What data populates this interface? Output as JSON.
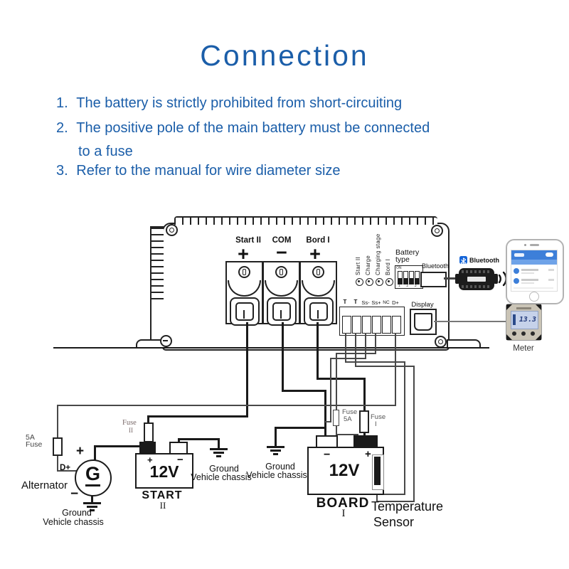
{
  "title": "Connection",
  "instructions": [
    {
      "label": "1.",
      "lines": [
        "The battery is strictly prohibited from short-circuiting"
      ]
    },
    {
      "label": "2.",
      "lines": [
        "The positive pole of the main battery must be connected",
        "to a fuse"
      ]
    },
    {
      "label": "3.",
      "lines": [
        "Refer to the manual for wire diameter size"
      ]
    }
  ],
  "device": {
    "terminals": [
      {
        "name": "Start II",
        "polarity": "+"
      },
      {
        "name": "COM",
        "polarity": "−"
      },
      {
        "name": "Bord I",
        "polarity": "+"
      }
    ],
    "led_labels": [
      "Start II",
      "Charge",
      "Charging stage",
      "Bord I"
    ],
    "battery_type_line1": "Battery",
    "battery_type_line2": "type",
    "dip_on": "ON",
    "dip_numbers": "1 2 3 4",
    "bluetooth_port_label": "Bluetooth",
    "display_port_label": "Display",
    "sense_labels": [
      "T",
      "T",
      "Ss-",
      "Ss+",
      "NC",
      "D+"
    ]
  },
  "bluetooth_module": {
    "logo_text": "Bluetooth"
  },
  "meter": {
    "label": "Meter",
    "reading": "13.3"
  },
  "alternator": {
    "label": "Alternator",
    "symbol": "G",
    "d_plus": "D+",
    "plus": "+",
    "minus": "−",
    "fuse_line1": "5A",
    "fuse_line2": "Fuse"
  },
  "ground": {
    "line1": "Ground",
    "line2": "Vehicle chassis"
  },
  "fuses": {
    "start": {
      "line1": "Fuse",
      "line2": "II"
    },
    "board_sense": {
      "line1": "Fuse",
      "line2": "5A"
    },
    "board": {
      "line1": "Fuse",
      "line2": "I"
    }
  },
  "batteries": {
    "start": {
      "voltage": "12V",
      "plus": "+",
      "minus": "−",
      "name": "START",
      "numeral": "II"
    },
    "board": {
      "voltage": "12V",
      "plus": "+",
      "minus": "−",
      "name": "BOARD",
      "numeral": "I"
    }
  },
  "temperature_sensor": {
    "line1": "Temperature",
    "line2": "Sensor"
  },
  "colors": {
    "heading_blue": "#1b5ea9",
    "line_black": "#1a1a1a",
    "bluetooth_blue": "#1565d8",
    "phone_header_blue": "#3d7fd9",
    "lcd_blue": "#c6d2ea",
    "meter_body": "#cac4b6"
  }
}
